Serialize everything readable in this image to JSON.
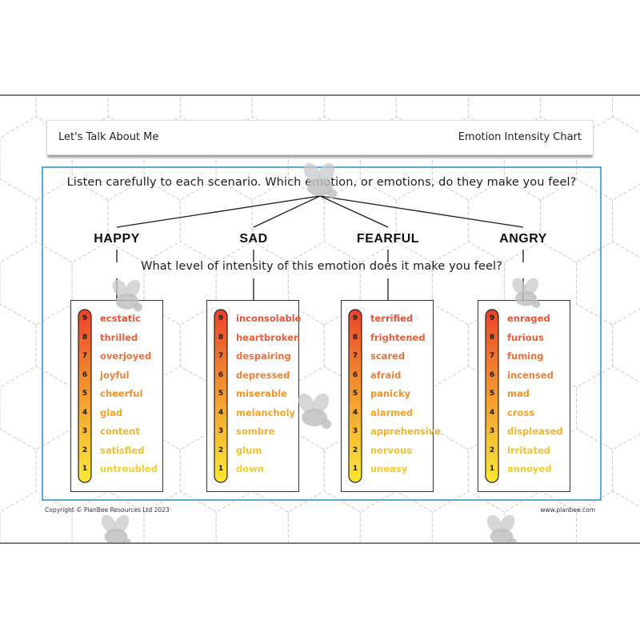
{
  "header": {
    "left_title": "Let's Talk About Me",
    "right_title": "Emotion Intensity Chart"
  },
  "instructions": {
    "line1": "Listen carefully to each scenario. Which emotion, or emotions, do they make you feel?",
    "line2": "What level of intensity of this emotion does it make you feel?"
  },
  "emotions": [
    {
      "name": "HAPPY",
      "levels": [
        {
          "n": "9",
          "word": "ecstatic"
        },
        {
          "n": "8",
          "word": "thrilled"
        },
        {
          "n": "7",
          "word": "overjoyed"
        },
        {
          "n": "6",
          "word": "joyful"
        },
        {
          "n": "5",
          "word": "cheerful"
        },
        {
          "n": "4",
          "word": "glad"
        },
        {
          "n": "3",
          "word": "content"
        },
        {
          "n": "2",
          "word": "satisfied"
        },
        {
          "n": "1",
          "word": "untroubled"
        }
      ]
    },
    {
      "name": "SAD",
      "levels": [
        {
          "n": "9",
          "word": "inconsolable"
        },
        {
          "n": "8",
          "word": "heartbroken"
        },
        {
          "n": "7",
          "word": "despairing"
        },
        {
          "n": "6",
          "word": "depressed"
        },
        {
          "n": "5",
          "word": "miserable"
        },
        {
          "n": "4",
          "word": "melancholy"
        },
        {
          "n": "3",
          "word": "sombre"
        },
        {
          "n": "2",
          "word": "glum"
        },
        {
          "n": "1",
          "word": "down"
        }
      ]
    },
    {
      "name": "FEARFUL",
      "levels": [
        {
          "n": "9",
          "word": "terrified"
        },
        {
          "n": "8",
          "word": "frightened"
        },
        {
          "n": "7",
          "word": "scared"
        },
        {
          "n": "6",
          "word": "afraid"
        },
        {
          "n": "5",
          "word": "panicky"
        },
        {
          "n": "4",
          "word": "alarmed"
        },
        {
          "n": "3",
          "word": "apprehensive"
        },
        {
          "n": "2",
          "word": "nervous"
        },
        {
          "n": "1",
          "word": "uneasy"
        }
      ]
    },
    {
      "name": "ANGRY",
      "levels": [
        {
          "n": "9",
          "word": "enraged"
        },
        {
          "n": "8",
          "word": "furious"
        },
        {
          "n": "7",
          "word": "fuming"
        },
        {
          "n": "6",
          "word": "incensed"
        },
        {
          "n": "5",
          "word": "mad"
        },
        {
          "n": "4",
          "word": "cross"
        },
        {
          "n": "3",
          "word": "displeased"
        },
        {
          "n": "2",
          "word": "irritated"
        },
        {
          "n": "1",
          "word": "annoyed"
        }
      ]
    }
  ],
  "colors": {
    "level_colors": [
      "#e8432b",
      "#ec5a2c",
      "#ef6f2e",
      "#f1852f",
      "#f39a30",
      "#f5af31",
      "#f7c332",
      "#f9d633",
      "#fbe634"
    ],
    "word_colors": [
      "#e6553d",
      "#e96140",
      "#ec6e3f",
      "#ef8038",
      "#f29331",
      "#f3a42e",
      "#f3b42e",
      "#f2c22f",
      "#f0cd32"
    ],
    "frame": "#5aa9d6"
  },
  "footer": {
    "copyright": "Copyright © PlanBee Resources Ltd 2023",
    "website": "www.planbee.com"
  },
  "watermark_icon": "bee-icon"
}
